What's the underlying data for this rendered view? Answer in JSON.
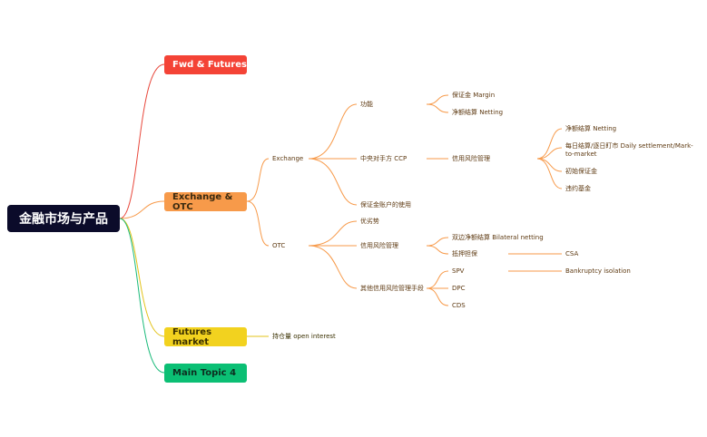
{
  "root": "金融市场与产品",
  "topics": {
    "fwd": "Fwd & Futures",
    "exchange_otc": "Exchange & OTC",
    "futures_market": "Futures market",
    "main4": "Main Topic 4"
  },
  "exchange": {
    "label": "Exchange",
    "func": "功能",
    "margin": "保证金 Margin",
    "netting": "净额结算 Netting",
    "ccp": "中央对手方 CCP",
    "credit_risk": "信用风险管理",
    "net_settle": "净额结算 Netting",
    "daily_settle": "每日结算/逐日盯市 Daily settlement/Mark-to-market",
    "initial_margin": "初始保证金",
    "default_fund": "违约基金",
    "client_assets": "保证金账户的使用"
  },
  "otc": {
    "label": "OTC",
    "advantage": "优劣势",
    "credit_risk": "信用风险管理",
    "bilateral": "双边净额结算 Bilateral netting",
    "collateral": "抵押担保",
    "csa": "CSA",
    "other_means": "其他信用风险管理手段",
    "spv": "SPV",
    "bankruptcy": "Bankruptcy isolation",
    "dpc": "DPC",
    "cds": "CDS"
  },
  "futures": {
    "open_interest": "持仓量 open interest"
  },
  "colors": {
    "root": "#0b0b2a",
    "fwd": "#f44336",
    "exchange_otc": "#f79a4a",
    "futures_market": "#f2d21f",
    "main4": "#0bbf74"
  }
}
